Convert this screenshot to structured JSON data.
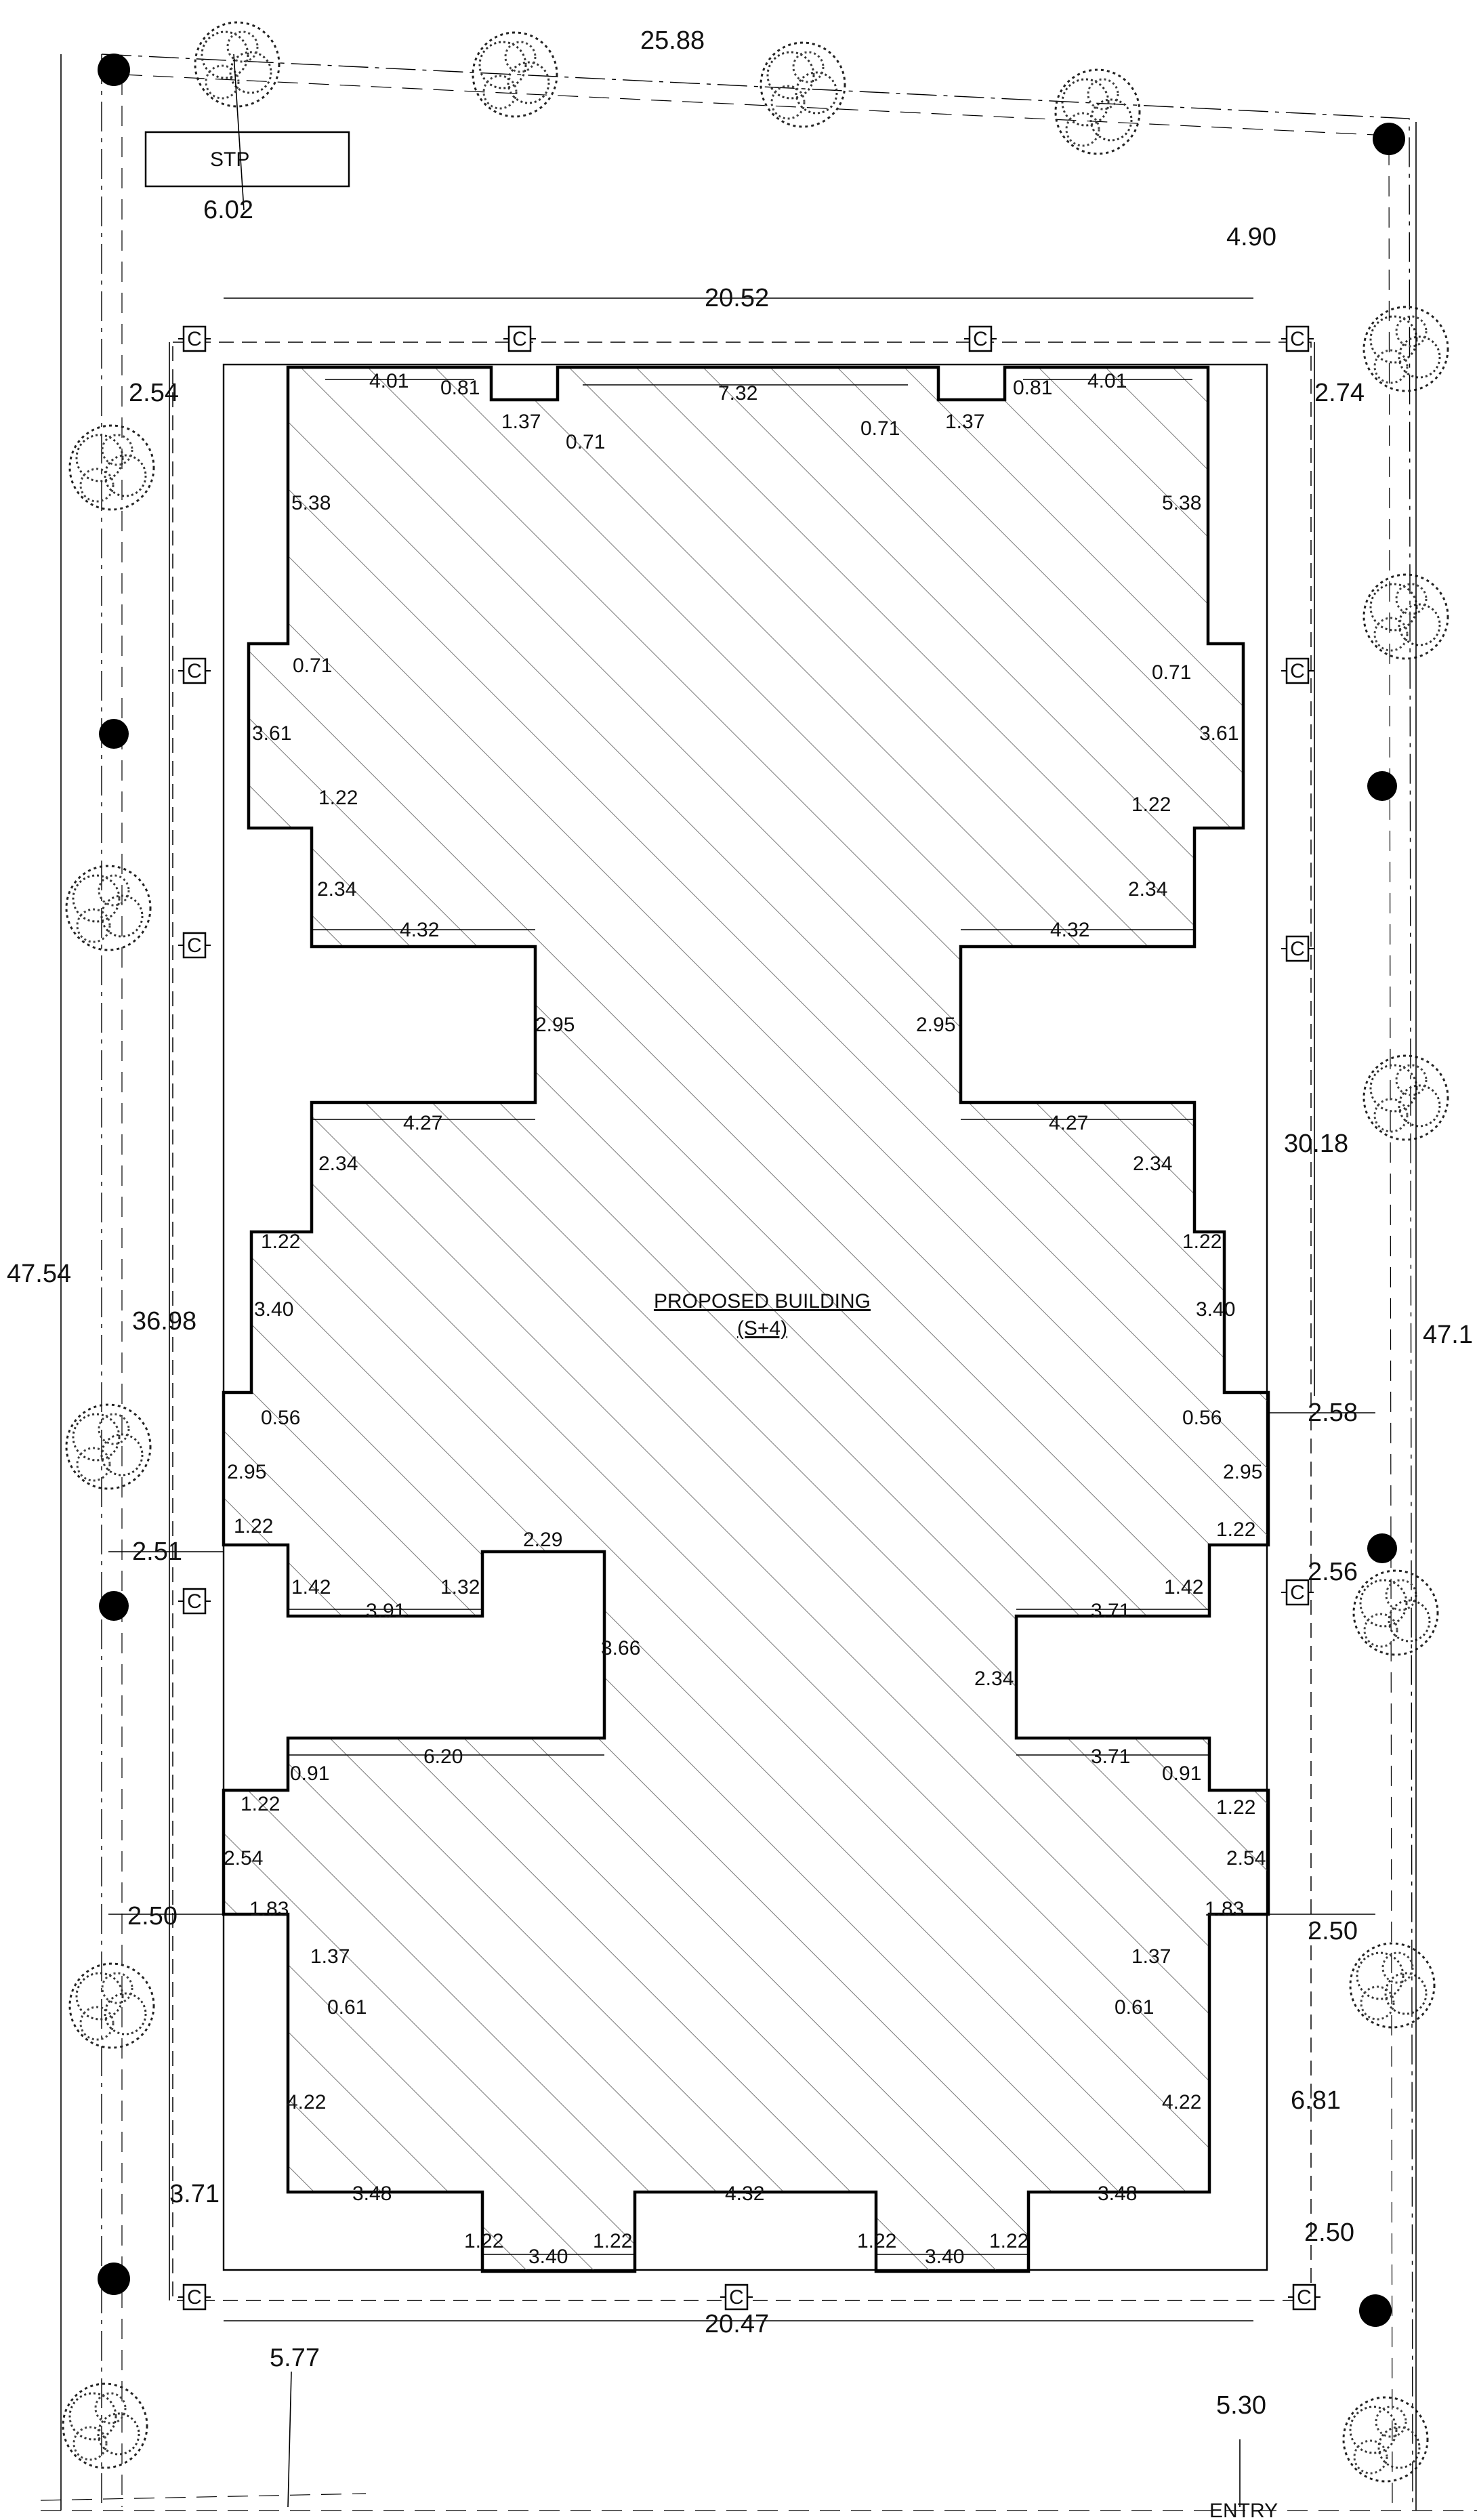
{
  "drawing": {
    "building_label": "PROPOSED BUILDING",
    "building_sublabel": "(S+4)",
    "stp_label": "STP",
    "entry_label": "ENTRY",
    "column_marker": "C"
  },
  "dimensions": {
    "d25_88": "25.88",
    "d6_02": "6.02",
    "d4_90": "4.90",
    "d20_52": "20.52",
    "d2_54_l": "2.54",
    "d2_74": "2.74",
    "d4_01_l": "4.01",
    "d0_81_l": "0.81",
    "d1_37_l": "1.37",
    "d0_71_tl": "0.71",
    "d7_32": "7.32",
    "d0_71_tr": "0.71",
    "d1_37_r": "1.37",
    "d0_81_r": "0.81",
    "d4_01_r": "4.01",
    "d5_38_l": "5.38",
    "d5_38_r": "5.38",
    "d0_71_l": "0.71",
    "d0_71_r": "0.71",
    "d3_61_l": "3.61",
    "d3_61_r": "3.61",
    "d1_22_l1": "1.22",
    "d1_22_r1": "1.22",
    "d2_34_l1": "2.34",
    "d2_34_r1": "2.34",
    "d4_32_l": "4.32",
    "d4_32_r": "4.32",
    "d2_95_l1": "2.95",
    "d2_95_r1": "2.95",
    "d4_27_l": "4.27",
    "d4_27_r": "4.27",
    "d2_34_l2": "2.34",
    "d2_34_r2": "2.34",
    "d30_18": "30.18",
    "d47_54": "47.54",
    "d36_98": "36.98",
    "d47_1": "47.1",
    "d1_22_l2": "1.22",
    "d1_22_r2": "1.22",
    "d3_40_l": "3.40",
    "d3_40_r": "3.40",
    "d0_56_l": "0.56",
    "d0_56_r": "0.56",
    "d2_58": "2.58",
    "d2_95_l2": "2.95",
    "d2_95_r2": "2.95",
    "d1_22_l3": "1.22",
    "d1_22_r3": "1.22",
    "d2_29": "2.29",
    "d2_51": "2.51",
    "d2_56": "2.56",
    "d1_42_l": "1.42",
    "d1_42_r": "1.42",
    "d3_91": "3.91",
    "d1_32": "1.32",
    "d3_71_t": "3.71",
    "d3_66": "3.66",
    "d2_34_r3": "2.34",
    "d0_91_l": "0.91",
    "d6_20": "6.20",
    "d3_71_b": "3.71",
    "d0_91_r": "0.91",
    "d1_22_l4": "1.22",
    "d1_22_r4": "1.22",
    "d2_54_lw": "2.54",
    "d2_54_rw": "2.54",
    "d2_50_l": "2.50",
    "d1_83_l": "1.83",
    "d1_83_r": "1.83",
    "d2_50_r": "2.50",
    "d1_37_lw": "1.37",
    "d1_37_rw": "1.37",
    "d0_61_l": "0.61",
    "d0_61_r": "0.61",
    "d6_81": "6.81",
    "d4_22_l": "4.22",
    "d4_22_r": "4.22",
    "d3_71_lb": "3.71",
    "d3_48_l": "3.48",
    "d4_32_b": "4.32",
    "d3_48_r": "3.48",
    "d2_50_rb": "2.50",
    "d1_22_b1": "1.22",
    "d3_40_b1": "3.40",
    "d1_22_b2": "1.22",
    "d1_22_b3": "1.22",
    "d3_40_b2": "3.40",
    "d1_22_b4": "1.22",
    "d20_47": "20.47",
    "d5_77": "5.77",
    "d5_30": "5.30"
  }
}
